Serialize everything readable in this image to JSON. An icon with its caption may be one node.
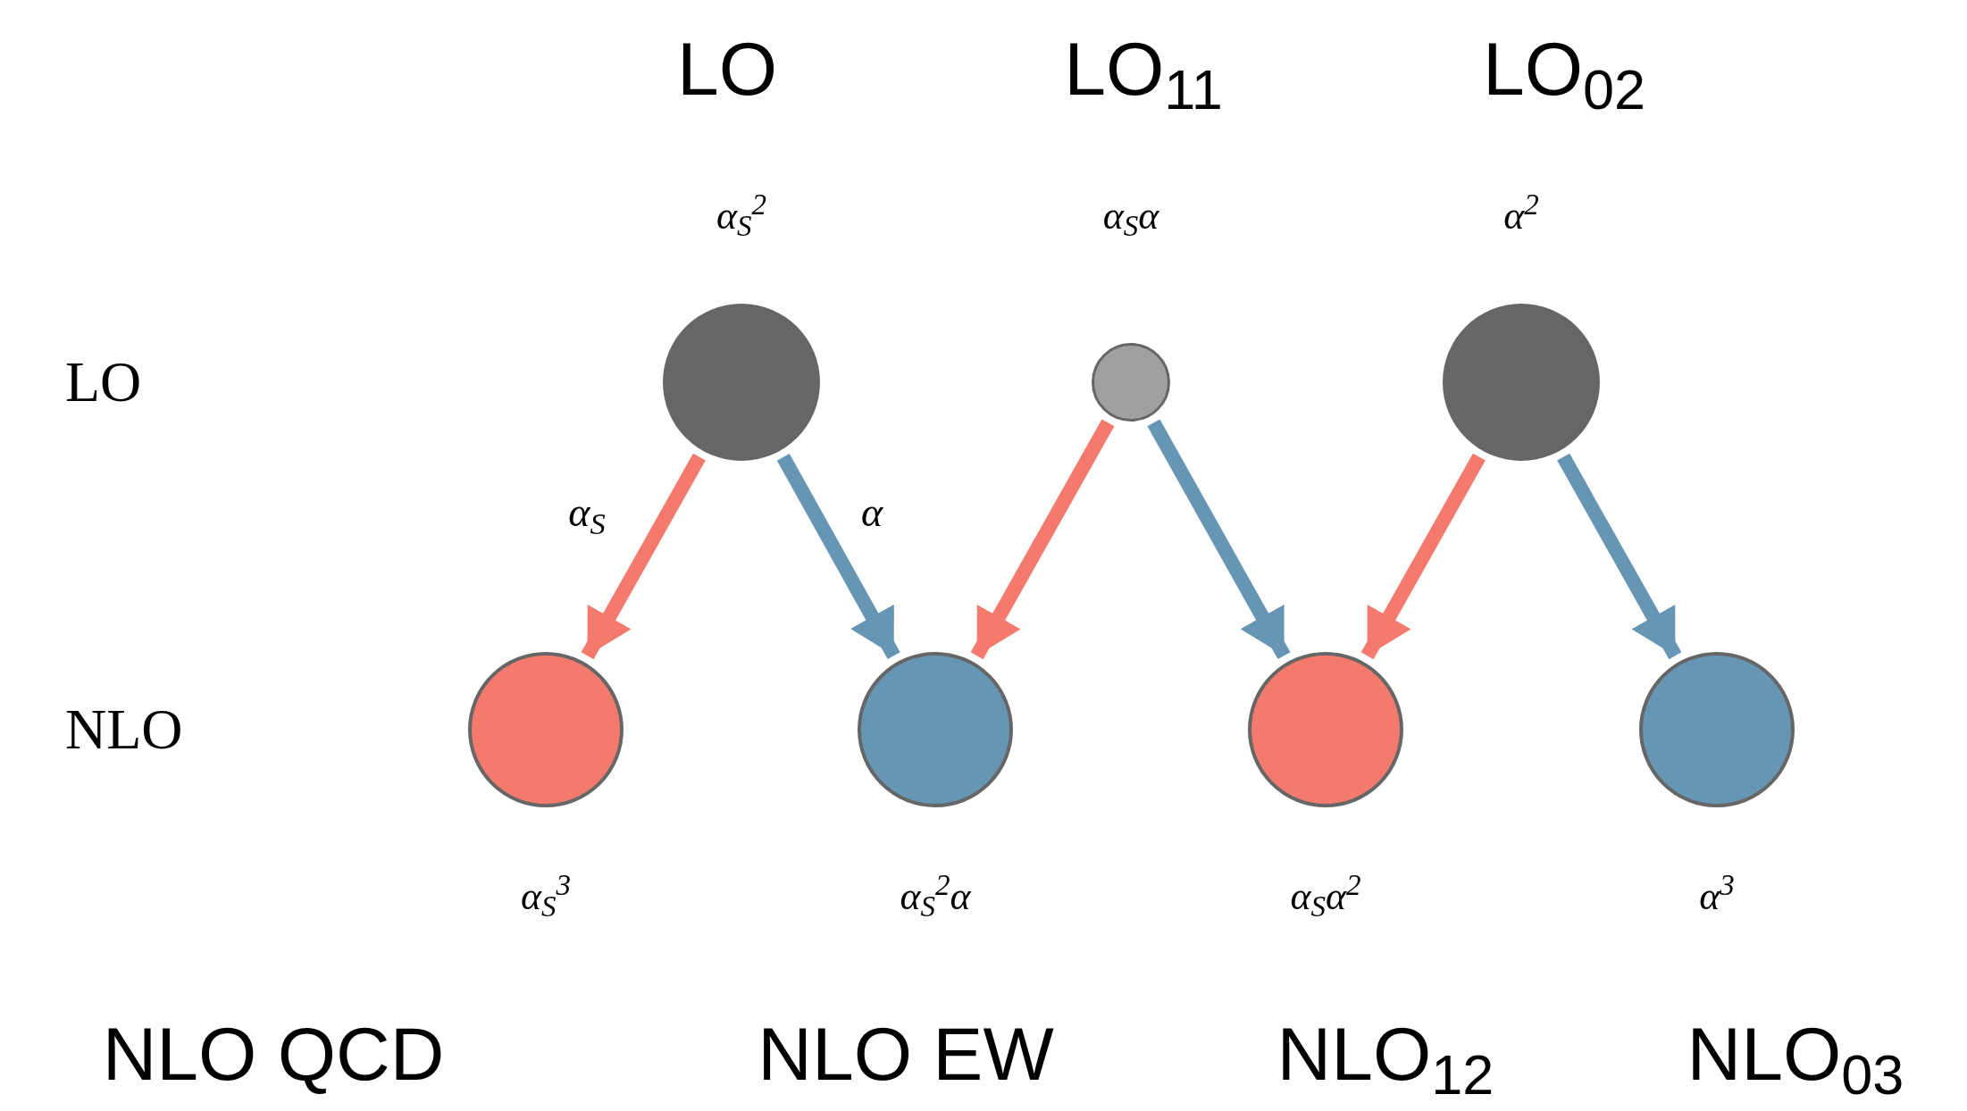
{
  "diagram": {
    "nodes": [
      {
        "text": [],
        "shape": "circle",
        "beside": [
          "α$_{S}$$^{2}$"
        ]
      },
      {
        "text": [],
        "shape": "circle",
        "beside": [
          "α$_{S}$α"
        ]
      },
      {
        "text": [],
        "shape": "circle",
        "beside": [
          "α$^{2}$"
        ]
      },
      {
        "text": [],
        "shape": "circle",
        "beside": [
          "α$_{S}$$^{3}$"
        ]
      },
      {
        "text": [],
        "shape": "circle",
        "beside": [
          "α$_{S}$$^{2}$α"
        ]
      },
      {
        "text": [],
        "shape": "circle",
        "beside": [
          "α$_{S}$α$^{2}$"
        ]
      },
      {
        "text": [],
        "shape": "circle",
        "beside": [
          "α$^{3}$"
        ]
      }
    ],
    "edges": [
      {
        "from": 0,
        "to": 3,
        "arrow": "to",
        "label": "α$_{S}$",
        "color": "#f47a6e"
      },
      {
        "from": 0,
        "to": 4,
        "arrow": "to",
        "label": "α",
        "color": "#6796b5"
      },
      {
        "from": 1,
        "to": 4,
        "arrow": "to",
        "color": "#f47a6e"
      },
      {
        "from": 1,
        "to": 5,
        "arrow": "to",
        "color": "#6796b5"
      },
      {
        "from": 2,
        "to": 5,
        "arrow": "to",
        "color": "#f47a6e"
      },
      {
        "from": 2,
        "to": 6,
        "arrow": "to",
        "color": "#6796b5"
      }
    ],
    "labels": [
      "LO",
      "LO$_{11}$",
      "LO$_{02}$",
      "LO",
      "NLO",
      "NLO QCD",
      "NLO EW",
      "NLO$_{12}$",
      "NLO$_{03}$"
    ]
  }
}
